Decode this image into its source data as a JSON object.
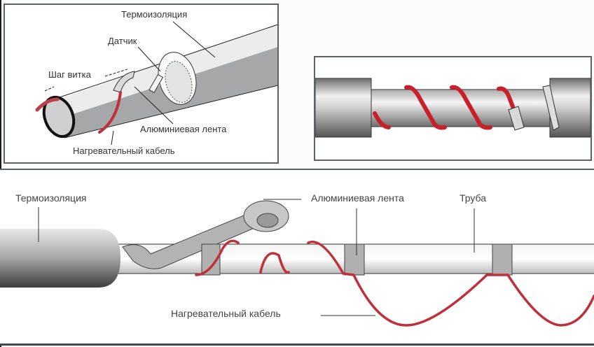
{
  "panels": {
    "top_left": {
      "labels": {
        "insulation": "Термоизоляция",
        "sensor": "Датчик",
        "winding_pitch": "Шаг витка",
        "aluminum_tape": "Алюминиевая лента",
        "heating_cable": "Нагревательный кабель"
      }
    },
    "top_right": {
      "labels": {}
    },
    "bottom": {
      "labels": {
        "insulation": "Термоизоляция",
        "aluminum_tape": "Алюминиевая лента",
        "pipe": "Труба",
        "heating_cable": "Нагревательный кабель"
      }
    }
  },
  "colors": {
    "cable_red": "#c8202a",
    "cable_dark_red": "#b8424a",
    "pipe_gray": "#d7d9da",
    "insulation_gray": "#9a9c9e",
    "border": "#5d6266"
  }
}
